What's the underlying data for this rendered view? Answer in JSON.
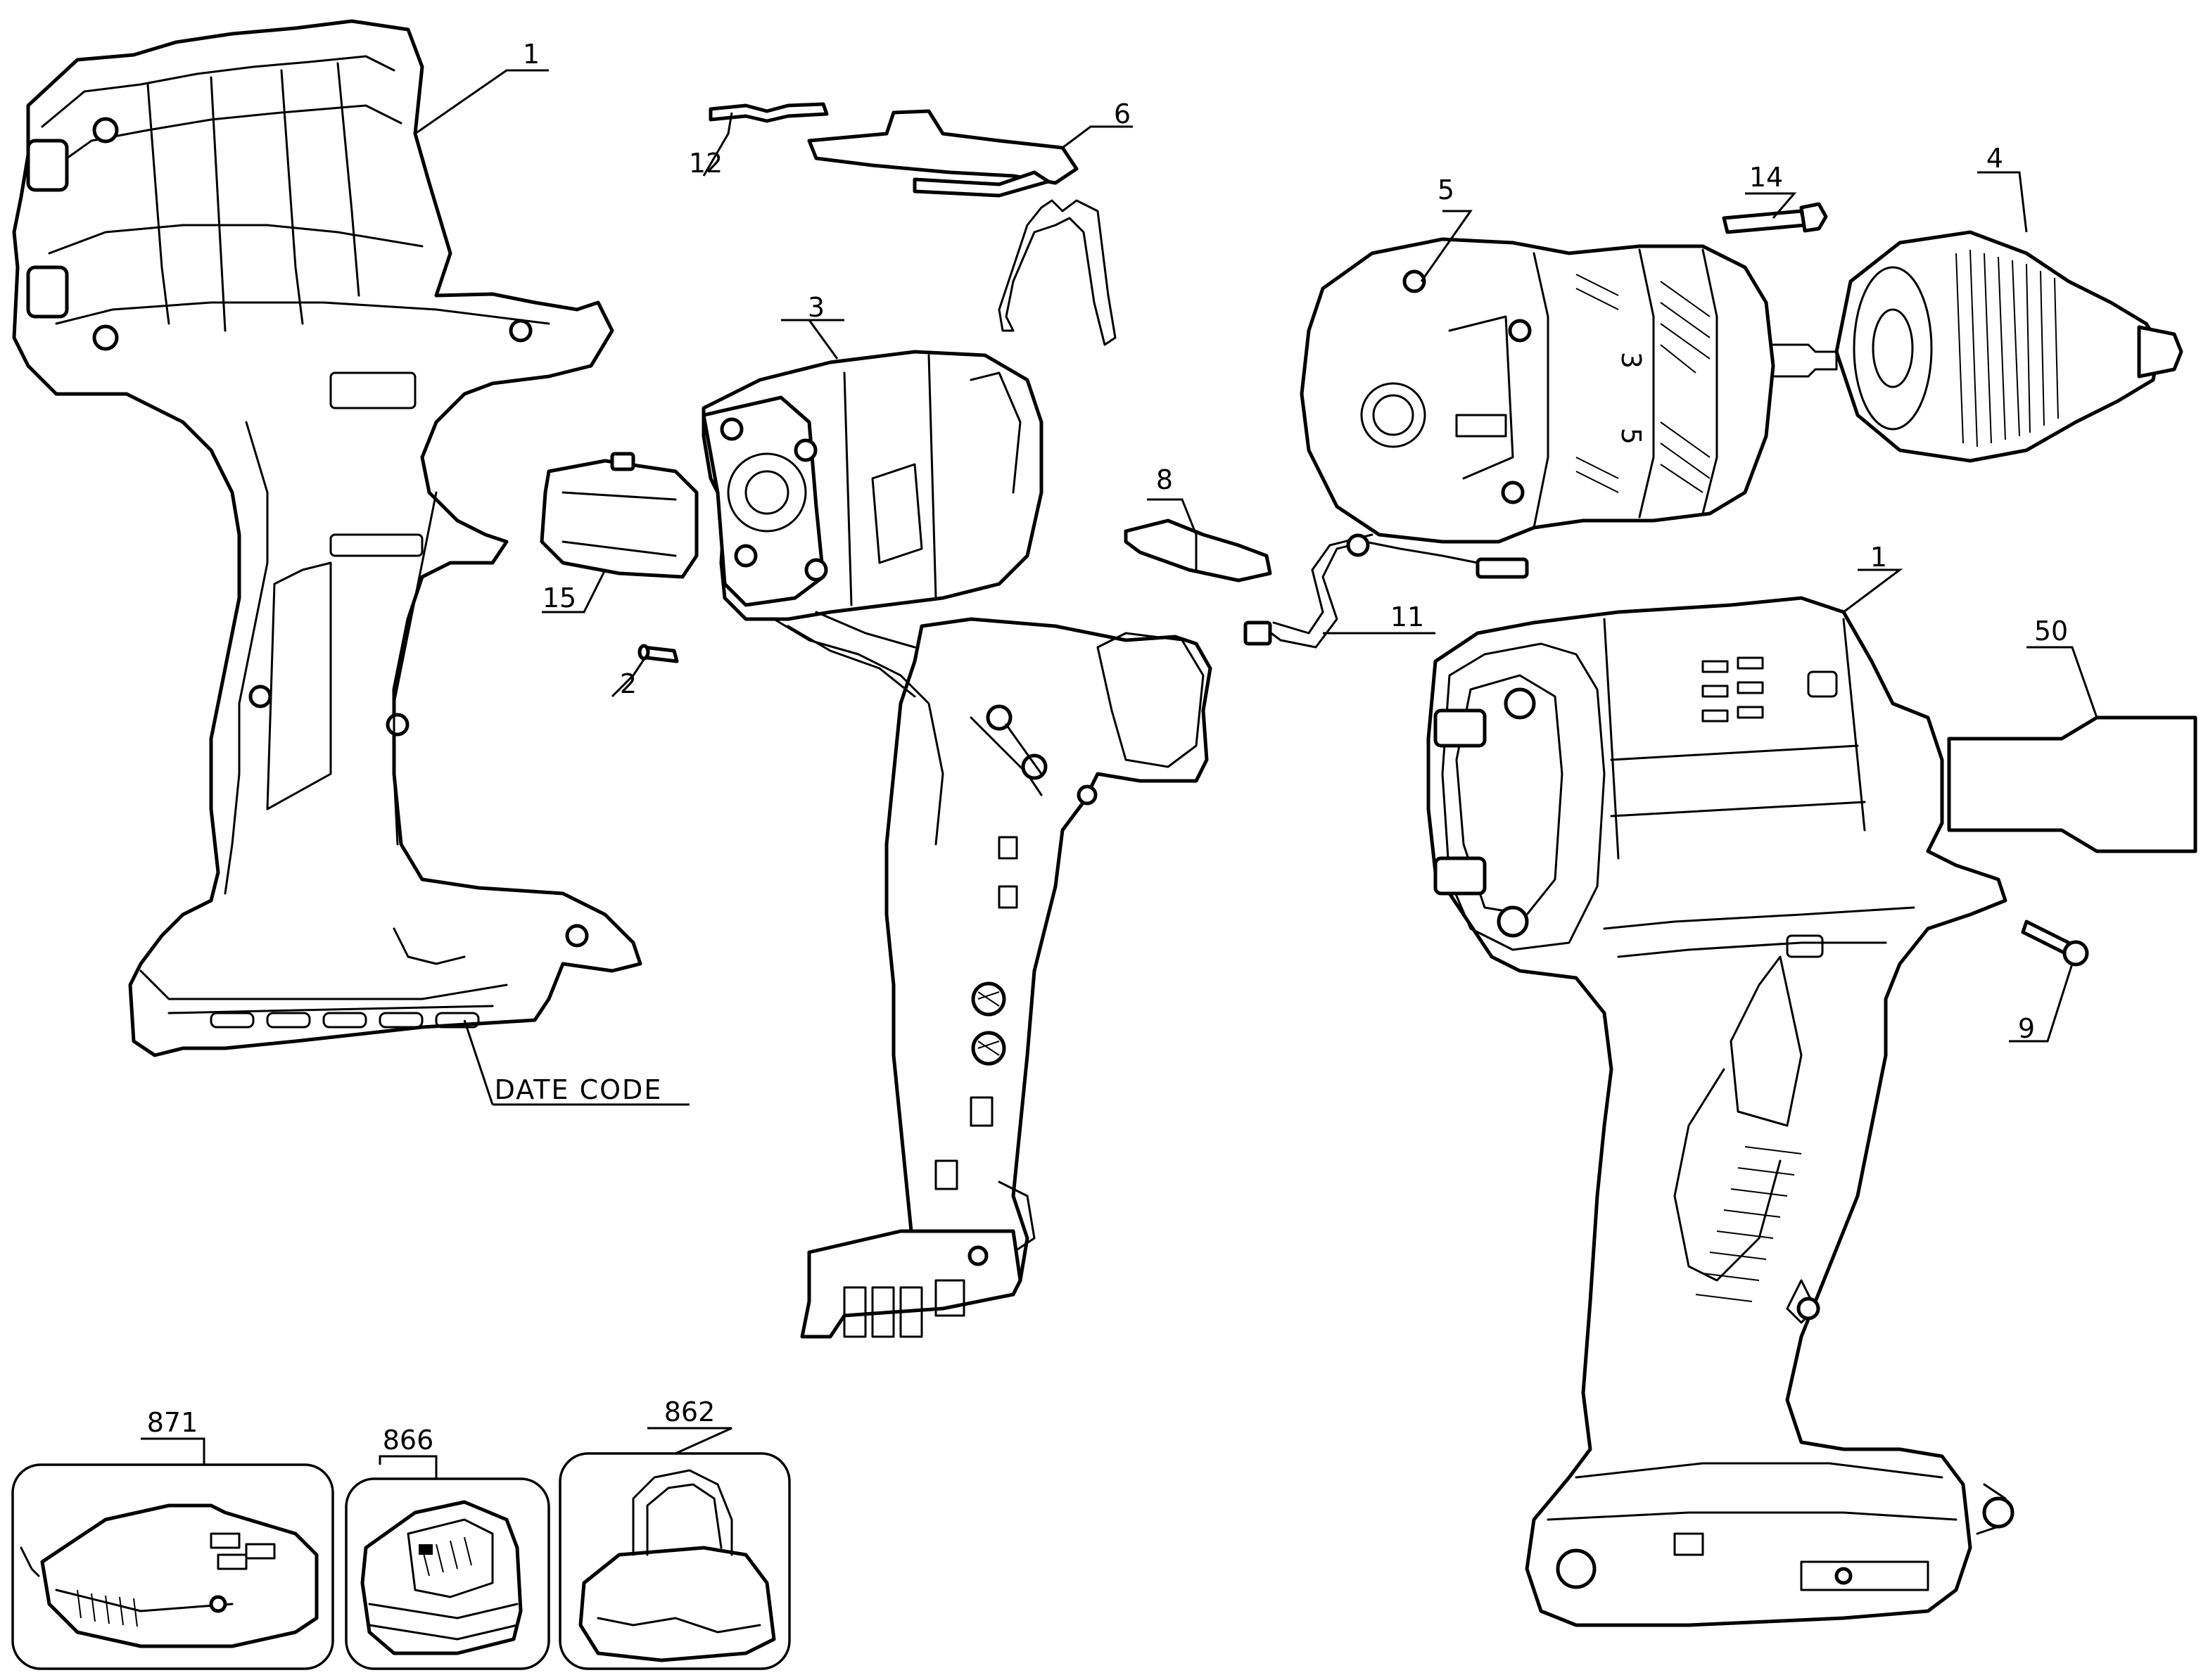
{
  "labels": {
    "housing_left": "1",
    "housing_right": "1",
    "led": "2",
    "motor": "3",
    "chuck": "4",
    "transmission": "5",
    "shifter": "6",
    "shift_pad": "8",
    "screw": "9",
    "wire": "11",
    "spring": "12",
    "chuck_screw": "14",
    "clip": "15",
    "nameplate": "50",
    "date_code": "DATE CODE",
    "accessory_charger": "871",
    "accessory_battery": "866",
    "accessory_bag": "862"
  },
  "transmission_speed_marks": [
    "3",
    "5"
  ]
}
